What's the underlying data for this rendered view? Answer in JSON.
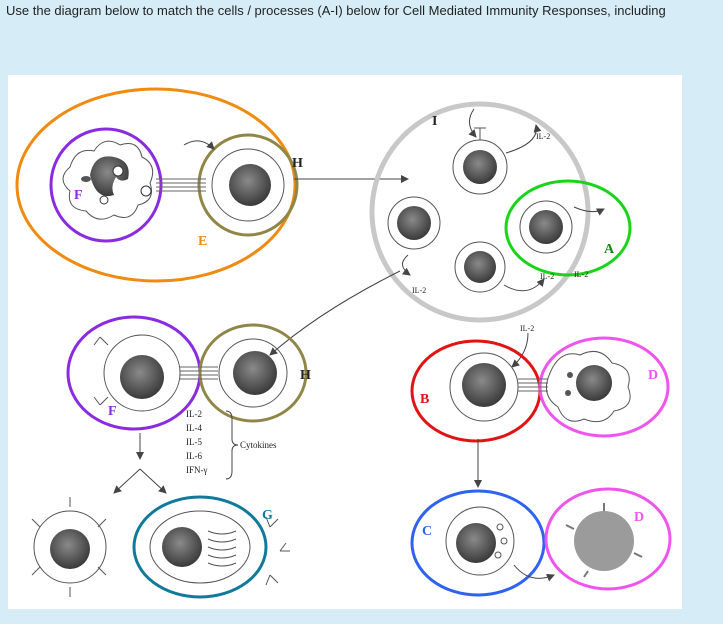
{
  "question": "Use the diagram below to match the cells / processes (A-I) below for Cell Mediated Immunity Responses, including",
  "labels": {
    "A": "A",
    "B": "B",
    "C": "C",
    "D": "D",
    "E": "E",
    "F": "F",
    "G": "G",
    "H": "H",
    "I": "I"
  },
  "il2": "IL-2",
  "cytokines": {
    "title": "Cytokines",
    "items": [
      "IL-2",
      "IL-4",
      "IL-5",
      "IL-6",
      "IFN-γ"
    ]
  },
  "colors": {
    "A": "#19d419",
    "B": "#e01414",
    "C": "#2f62f0",
    "D": "#ee55ee",
    "E": "#f08a10",
    "F": "#8a2be2",
    "G": "#117a9a",
    "H": "#8f8648",
    "I": "#c8c8c8"
  }
}
